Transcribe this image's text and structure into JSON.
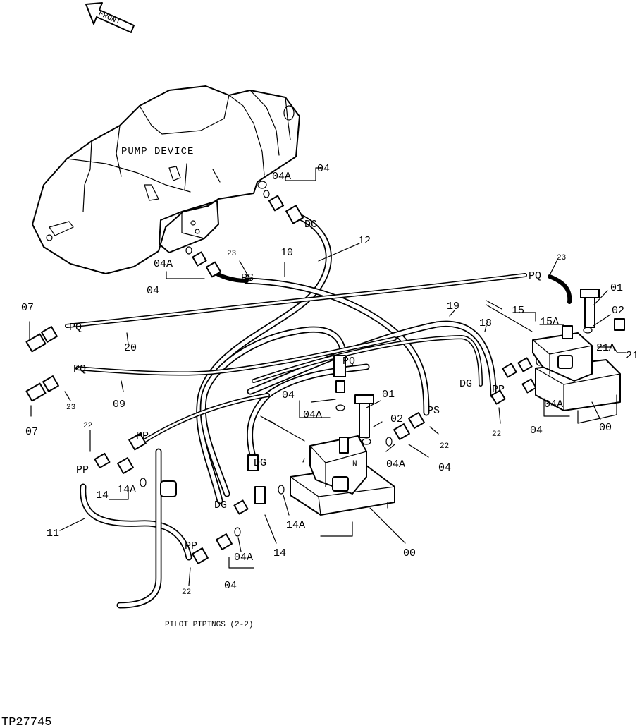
{
  "front_label": "FRONT",
  "pump_label": "PUMP DEVICE",
  "pilot_label": "PILOT PIPINGS (2-2)",
  "drawing_id": "TP27745",
  "callouts": {
    "c04_top": "04",
    "c04a_top": "04A",
    "c04a_left": "04A",
    "c04_left": "04",
    "c23_top": "23",
    "c10": "10",
    "c12": "12",
    "c23_right": "23",
    "c01_right": "01",
    "c02_right": "02",
    "c15": "15",
    "c15a": "15A",
    "c21a": "21A",
    "c21": "21",
    "c19": "19",
    "c18": "18",
    "c22_right": "22",
    "c04a_right": "04A",
    "c04_right": "04",
    "c00_right": "00",
    "c07_top": "07",
    "c20": "20",
    "c23_left": "23",
    "c09": "09",
    "c07_bottom": "07",
    "c04_mid": "04",
    "c04a_mid": "04A",
    "c01_mid": "01",
    "c02_mid": "02",
    "c22_mid": "22",
    "c04a_mid2": "04A",
    "c04_mid2": "04",
    "c22_left": "22",
    "c14": "14",
    "c14a": "14A",
    "c11": "11",
    "c14a_low": "14A",
    "c14_low": "14",
    "c00_mid": "00",
    "c04a_low": "04A",
    "c04_low": "04",
    "c22_low": "22"
  },
  "port_tags": {
    "dg_top": "DG",
    "ps_top": "PS",
    "pq_right": "PQ",
    "pq_left_top": "PQ",
    "pq_left_bottom": "PQ",
    "pq_mid": "PQ",
    "ps_mid": "PS",
    "dg_right": "DG",
    "pp_right": "PP",
    "pp_mid": "PP",
    "pp_left": "PP",
    "dg_mid1": "DG",
    "dg_mid2": "DG",
    "pp_low": "PP",
    "mark_n": "N"
  }
}
